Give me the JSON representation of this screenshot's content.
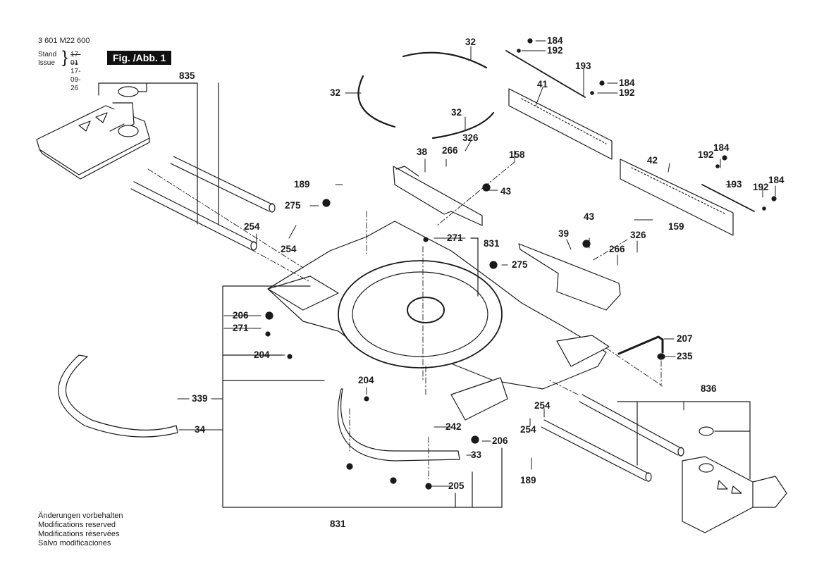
{
  "header": {
    "document_number": "3 601 M22 600",
    "stand_label": "Stand",
    "issue_label": "Issue",
    "stand_value_struck": "17-01",
    "issue_value": "17-09-26",
    "figure_label": "Fig. /Abb. 1"
  },
  "footer_notes": [
    "Änderungen vorbehalten",
    "Modifications reserved",
    "Modifications réservées",
    "Salvo modificaciones"
  ],
  "part_labels": {
    "p835": "835",
    "p32a": "32",
    "p32b": "32",
    "p32c": "32",
    "p184a": "184",
    "p192a": "192",
    "p193a": "193",
    "p41": "41",
    "p184b": "184",
    "p192b": "192",
    "p158": "158",
    "p326a": "326",
    "p266a": "266",
    "p38": "38",
    "p43a": "43",
    "p189a": "189",
    "p275a": "275",
    "p254a": "254",
    "p254b": "254",
    "p271a": "271",
    "p831a": "831",
    "p42": "42",
    "p192c": "192",
    "p184c": "184",
    "p193b": "193",
    "p192d": "192",
    "p184d": "184",
    "p159": "159",
    "p43b": "43",
    "p39": "39",
    "p326b": "326",
    "p266b": "266",
    "p275b": "275",
    "p206a": "206",
    "p271b": "271",
    "p204a": "204",
    "p207": "207",
    "p235": "235",
    "p204b": "204",
    "p339": "339",
    "p34": "34",
    "p242": "242",
    "p206b": "206",
    "p33": "33",
    "p205": "205",
    "p189b": "189",
    "p254c": "254",
    "p254d": "254",
    "p836": "836",
    "p831b": "831"
  }
}
